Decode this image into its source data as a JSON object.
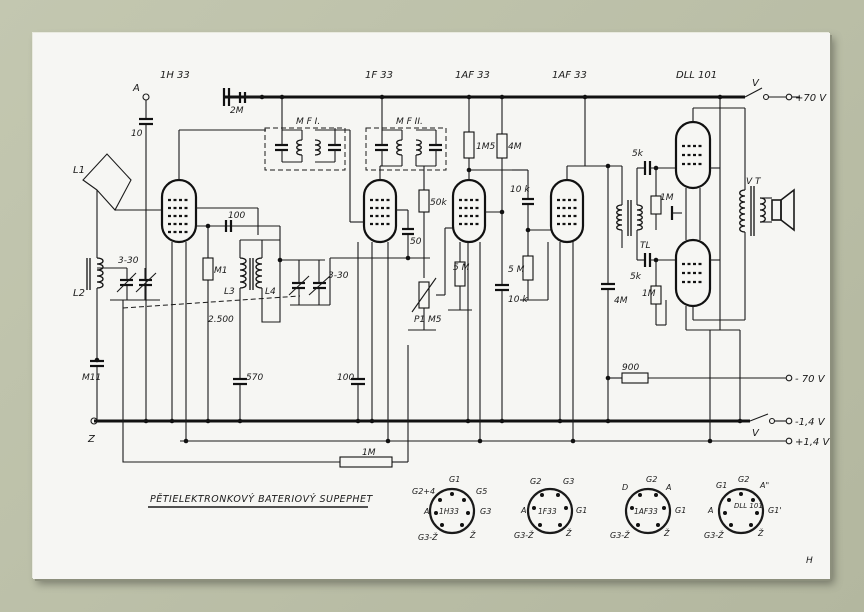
{
  "schematic": {
    "caption": "PĚTIELEKTRONKOVÝ BATERIOVÝ SUPEPHET",
    "page_mark": "H",
    "tube_labels": [
      "1H 33",
      "1F 33",
      "1AF 33",
      "1AF 33",
      "DLL 101"
    ],
    "terminals": {
      "antenna": "A",
      "ground": "Z",
      "v_top": "V",
      "v_bottom": "V",
      "plus70": "+70 V",
      "minus70": "- 70 V",
      "minus14": "-1,4 V",
      "plus14": "+1,4 V"
    },
    "components": {
      "c_antenna": "10",
      "l1": "L1",
      "l2": "L2",
      "trim1": "3-30",
      "c_padding": "2.500",
      "c_100_mix": "100",
      "r_m1": "M1",
      "l3": "L3",
      "l4": "L4",
      "c_570": "570",
      "trim2": "3-30",
      "c_m11": "M11",
      "c_2m": "2M",
      "mf1": "M F I.",
      "mf2": "M F II.",
      "c_100_if": "100",
      "c_50": "50",
      "r_50k": "50k",
      "r_1m5": "1M5",
      "r_4m": "4M",
      "r_10k_a": "10 k",
      "r_5m_a": "5 M",
      "r_5m_b": "5 M",
      "c_10k_b": "10 k",
      "pot": "P1 M5",
      "r_5k_a": "5k",
      "r_5k_b": "5k",
      "r_1m_a": "1M",
      "r_1m_b": "1M",
      "tl": "TL",
      "c_4m": "4M",
      "vt": "V T",
      "r_900": "900",
      "r_1m_bottom": "1M"
    },
    "bases": [
      {
        "name": "1H33",
        "pins": [
          "G2+4",
          "G1",
          "G5",
          "A",
          "G3",
          "G3-Ž",
          "Ž"
        ]
      },
      {
        "name": "1F33",
        "pins": [
          "G2",
          "G3",
          "A",
          "G1",
          "G3-Ž",
          "Ž"
        ]
      },
      {
        "name": "1AF33",
        "pins": [
          "D",
          "G2",
          "A",
          "G1",
          "G3-Ž",
          "Ž"
        ]
      },
      {
        "name": "DLL 101",
        "pins": [
          "G1",
          "G2",
          "A\"",
          "A",
          "G1'",
          "G3-Ž",
          "Ž"
        ]
      }
    ]
  }
}
